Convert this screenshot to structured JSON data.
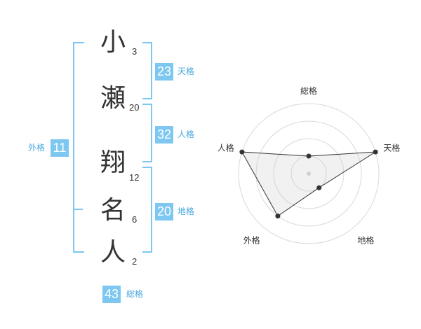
{
  "name": {
    "chars": [
      {
        "char": "小",
        "strokes": "3"
      },
      {
        "char": "瀬",
        "strokes": "20"
      },
      {
        "char": "翔",
        "strokes": "12"
      },
      {
        "char": "名",
        "strokes": "6"
      },
      {
        "char": "人",
        "strokes": "2"
      }
    ]
  },
  "fortune": {
    "tenkaku": {
      "value": "23",
      "label": "天格"
    },
    "jinkaku": {
      "value": "32",
      "label": "人格"
    },
    "chikaku": {
      "value": "20",
      "label": "地格"
    },
    "gaikaku": {
      "value": "11",
      "label": "外格"
    },
    "soukaku": {
      "value": "43",
      "label": "総格"
    }
  },
  "colors": {
    "accent": "#7dc7f0",
    "accent_text": "#4aa8dd"
  },
  "chart_data": {
    "type": "radar",
    "axes": [
      "総格",
      "天格",
      "地格",
      "外格",
      "人格"
    ],
    "values": [
      1,
      4,
      1,
      3,
      4
    ],
    "max": 4,
    "rings": 4
  }
}
